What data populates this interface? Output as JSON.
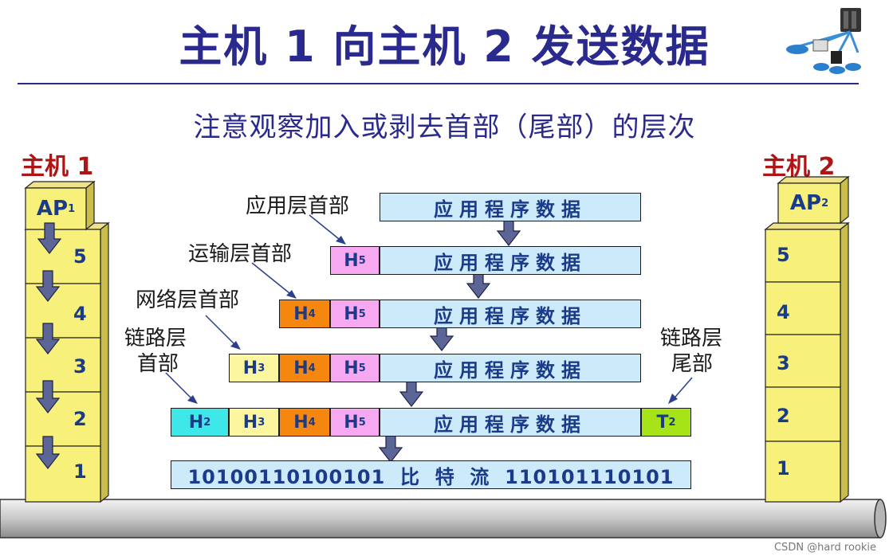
{
  "title": "主机 1 向主机 2 发送数据",
  "subtitle": "注意观察加入或剥去首部（尾部）的层次",
  "host1": {
    "label": "主机 1",
    "ap": "AP",
    "ap_sub": "1",
    "layers": [
      "5",
      "4",
      "3",
      "2",
      "1"
    ]
  },
  "host2": {
    "label": "主机 2",
    "ap": "AP",
    "ap_sub": "2",
    "layers": [
      "5",
      "4",
      "3",
      "2",
      "1"
    ]
  },
  "callouts": {
    "app_header": "应用层首部",
    "transport_header": "运输层首部",
    "network_header": "网络层首部",
    "link_header_l1": "链路层",
    "link_header_l2": "首部",
    "link_trailer_l1": "链路层",
    "link_trailer_l2": "尾部"
  },
  "app_data": "应用程序数据",
  "headers": {
    "h5": {
      "main": "H",
      "sub": "5"
    },
    "h4": {
      "main": "H",
      "sub": "4"
    },
    "h3": {
      "main": "H",
      "sub": "3"
    },
    "h2": {
      "main": "H",
      "sub": "2"
    },
    "t2": {
      "main": "T",
      "sub": "2"
    }
  },
  "bitstream": "10100110100101  比  特  流  110101110101",
  "watermark": "CSDN @hard rookie",
  "colors": {
    "title": "#2a2a8e",
    "host_label": "#b01515",
    "data": "#cdeafb",
    "h5": "#f6a8f0",
    "h4": "#f5870f",
    "h3": "#fcf6a0",
    "h2": "#3fe8e8",
    "t2": "#a6e418",
    "layer_box": "#f7f07a"
  }
}
